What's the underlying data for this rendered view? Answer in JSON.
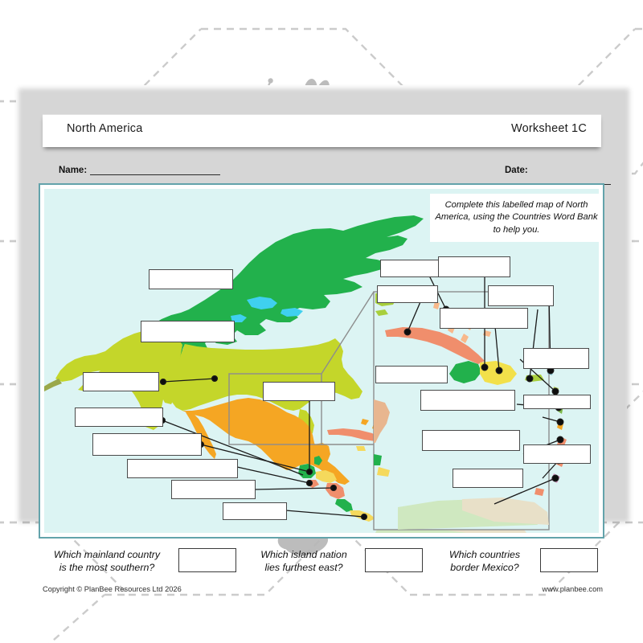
{
  "titlebar": {
    "title": "North America",
    "worksheet": "Worksheet 1C"
  },
  "fields": {
    "name_label": "Name:",
    "date_label": "Date:"
  },
  "instruction": "Complete this labelled map of North America, using the Countries Word Bank to help you.",
  "questions": [
    {
      "line1": "Which mainland country",
      "line2": "is the most southern?"
    },
    {
      "line1": "Which island nation",
      "line2": "lies furthest east?"
    },
    {
      "line1": "Which countries",
      "line2": "border Mexico?"
    }
  ],
  "footer": {
    "copyright": "Copyright © PlanBee Resources Ltd 2026",
    "website": "www.planbee.com"
  },
  "map": {
    "background_color": "#dcf4f3",
    "border_color": "#63a3ab",
    "regions": [
      {
        "name": "canada",
        "color": "#22b14c"
      },
      {
        "name": "alaska",
        "color": "#c4d62a"
      },
      {
        "name": "united-states",
        "color": "#c4d62a"
      },
      {
        "name": "mexico",
        "color": "#f5a623"
      },
      {
        "name": "cuba",
        "color": "#f08e6c"
      },
      {
        "name": "hispaniola-haiti",
        "color": "#22b14c"
      },
      {
        "name": "hispaniola-dominican",
        "color": "#f2e04a"
      },
      {
        "name": "greenland-ocean",
        "color": "#dcf4f3"
      }
    ],
    "answer_boxes_count": 19,
    "empty_answer_value": ""
  }
}
